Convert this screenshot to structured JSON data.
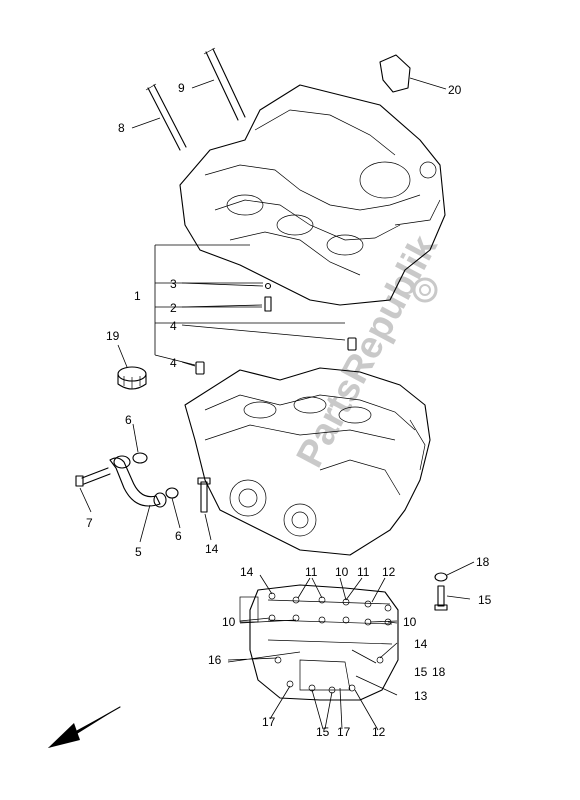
{
  "watermark": "PartsRepublik",
  "callouts": {
    "c1": "1",
    "c2": "2",
    "c3": "3",
    "c4a": "4",
    "c4b": "4",
    "c5": "5",
    "c6a": "6",
    "c6b": "6",
    "c7": "7",
    "c8": "8",
    "c9": "9",
    "c10a": "10",
    "c10b": "10",
    "c10c": "10",
    "c11a": "11",
    "c11b": "11",
    "c12a": "12",
    "c12b": "12",
    "c13": "13",
    "c14a": "14",
    "c14b": "14",
    "c14c": "14",
    "c15a": "15",
    "c15b": "15",
    "c15c": "15",
    "c16": "16",
    "c17a": "17",
    "c17b": "17",
    "c18a": "18",
    "c18b": "18",
    "c19": "19",
    "c20": "20"
  }
}
